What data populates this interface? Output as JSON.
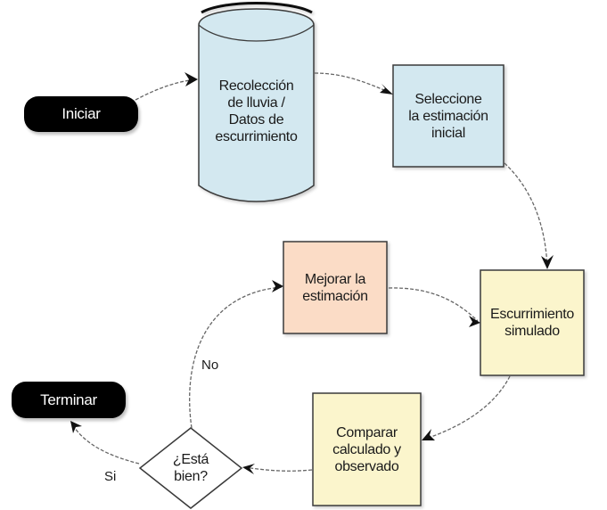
{
  "diagram": {
    "nodes": {
      "start": {
        "label": "Iniciar",
        "shape": "terminal",
        "color": "#000000"
      },
      "collect": {
        "label": "Recolección\nde lluvia /\nDatos de\nescurrimiento",
        "shape": "cylinder",
        "color": "#d3e8f0"
      },
      "select": {
        "label": "Seleccione\nla estimación\ninicial",
        "shape": "process",
        "color": "#d3e8f0"
      },
      "simulated": {
        "label": "Escurrimiento\nsimulado",
        "shape": "process",
        "color": "#fbf5cc"
      },
      "compare": {
        "label": "Comparar\ncalculado y\nobservado",
        "shape": "process",
        "color": "#fbf5cc"
      },
      "decision": {
        "label": "¿Está\nbien?",
        "shape": "decision",
        "color": "#ffffff"
      },
      "improve": {
        "label": "Mejorar la\nestimación",
        "shape": "process",
        "color": "#fbdcc6"
      },
      "end": {
        "label": "Terminar",
        "shape": "terminal",
        "color": "#000000"
      }
    },
    "edges": [
      {
        "from": "start",
        "to": "collect",
        "label": ""
      },
      {
        "from": "collect",
        "to": "select",
        "label": ""
      },
      {
        "from": "select",
        "to": "simulated",
        "label": ""
      },
      {
        "from": "simulated",
        "to": "compare",
        "label": ""
      },
      {
        "from": "compare",
        "to": "decision",
        "label": ""
      },
      {
        "from": "decision",
        "to": "improve",
        "label": "No"
      },
      {
        "from": "decision",
        "to": "end",
        "label": "Si"
      },
      {
        "from": "improve",
        "to": "simulated",
        "label": ""
      }
    ]
  }
}
